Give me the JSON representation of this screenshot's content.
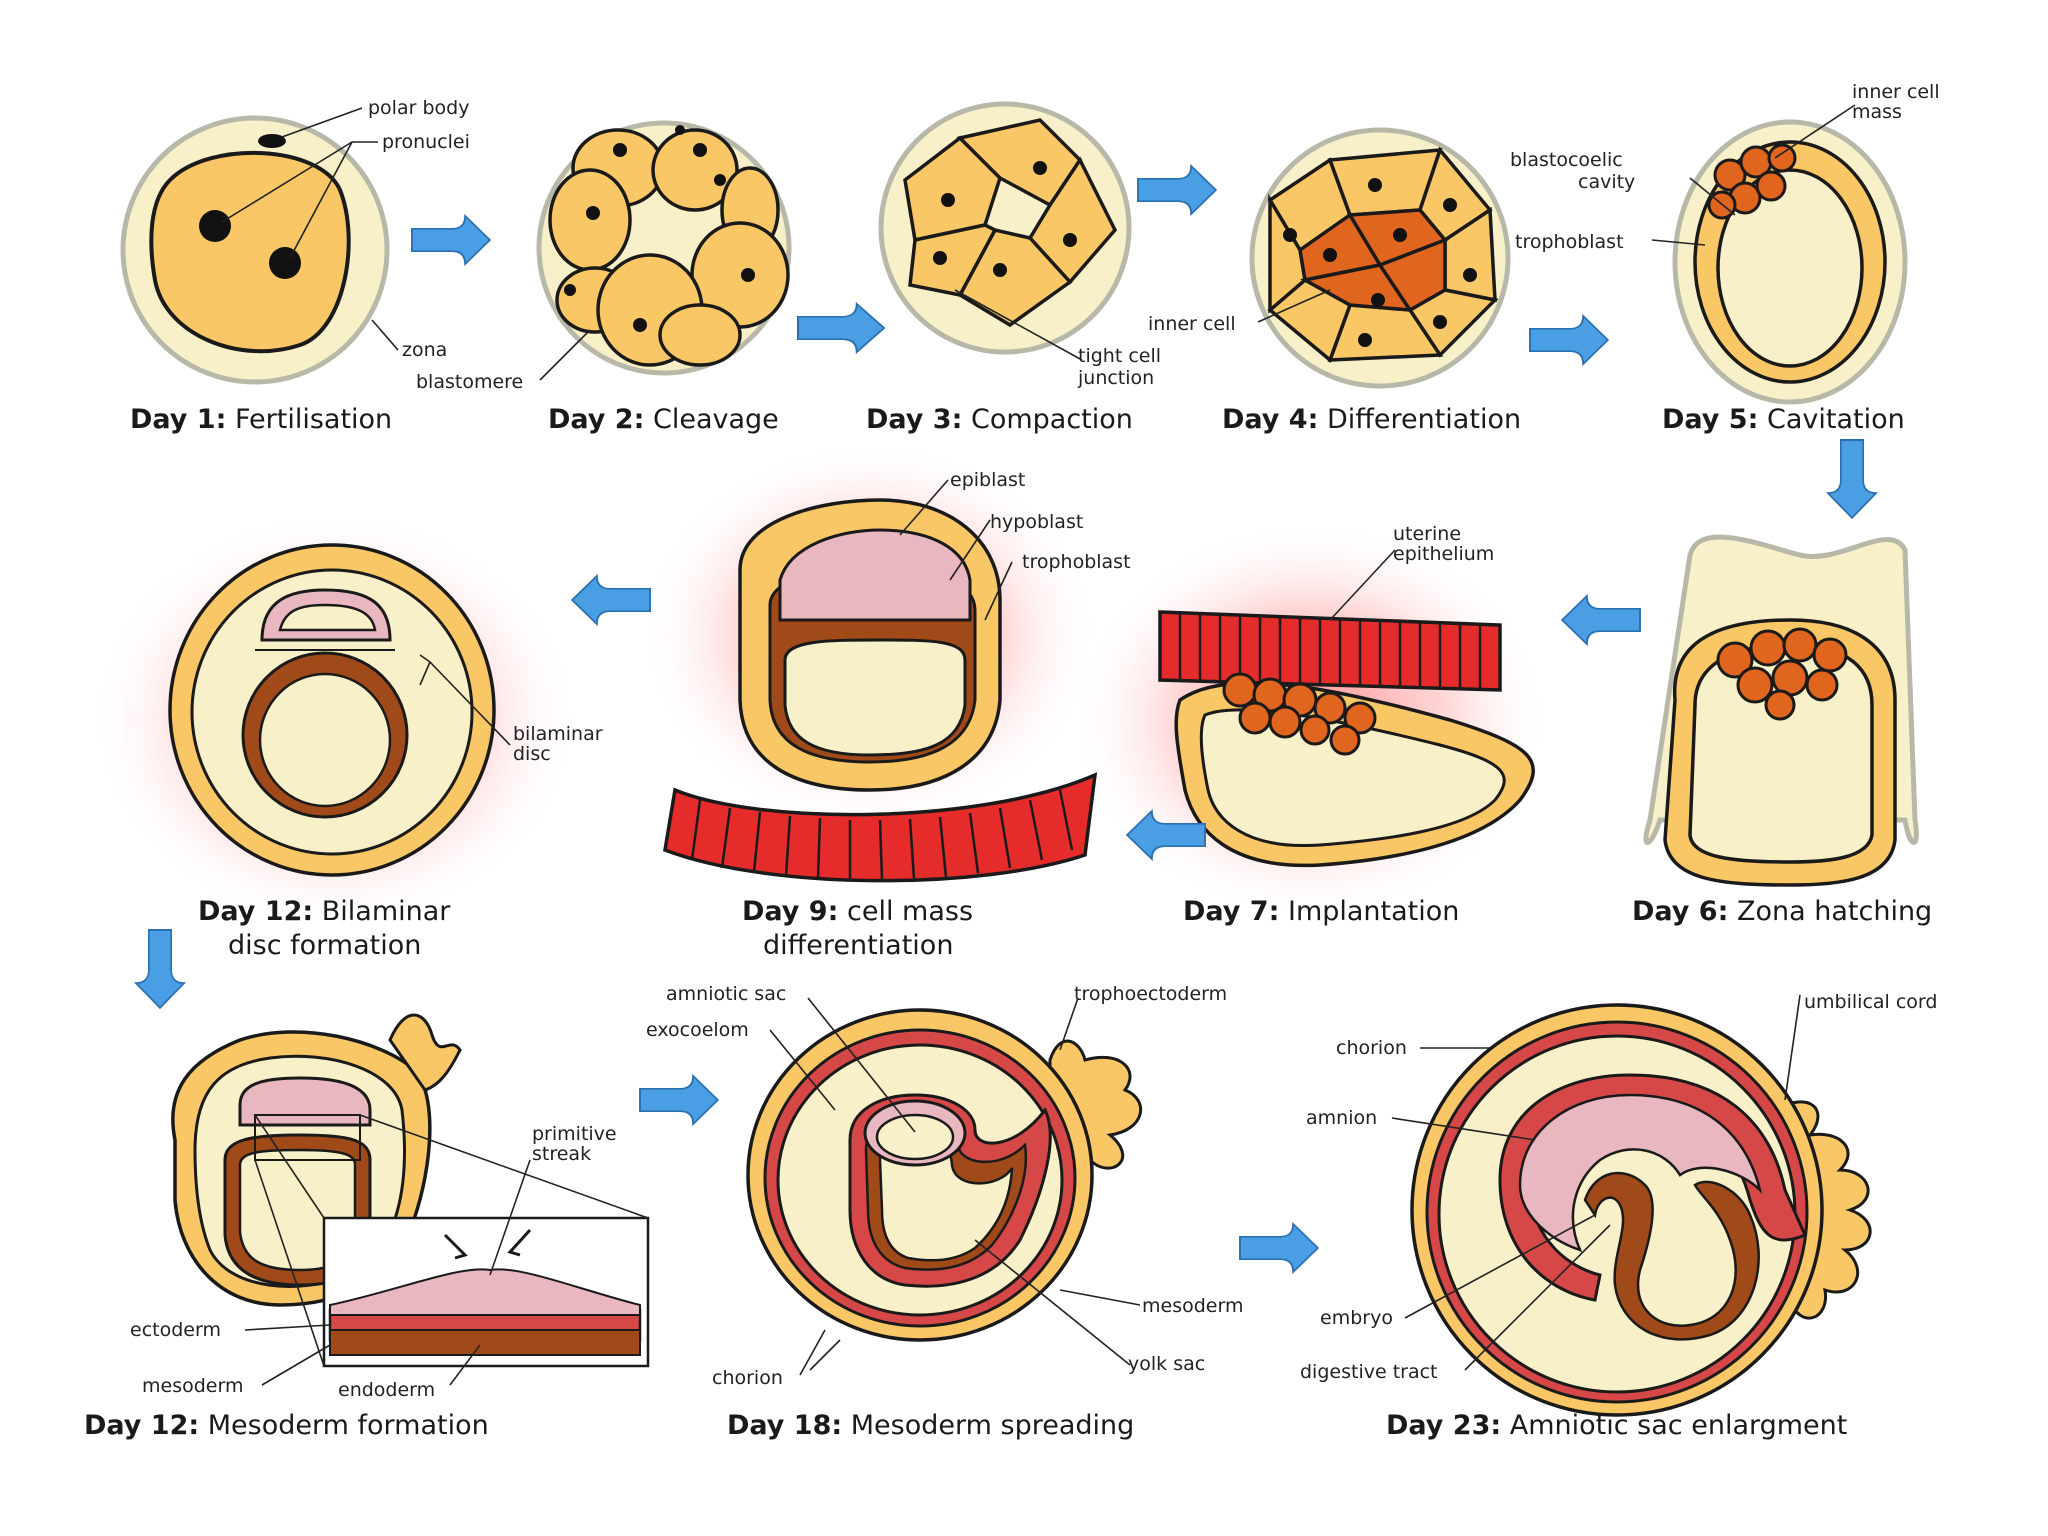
{
  "colors": {
    "zona": "#f8f0c8",
    "cell": "#f9c765",
    "cell_stroke": "#1a1a1a",
    "inner_cell": "#e0651e",
    "uterine": "#e62b2b",
    "hypoblast": "#e9b7c0",
    "endoderm": "#a04a1a",
    "mesoderm": "#d64848",
    "arrow": "#4a9fe4",
    "glow": "#ff9a9a"
  },
  "stages": [
    {
      "day": "Day 1:",
      "name": "Fertilisation"
    },
    {
      "day": "Day 2:",
      "name": "Cleavage"
    },
    {
      "day": "Day 3:",
      "name": "Compaction"
    },
    {
      "day": "Day 4:",
      "name": "Differentiation"
    },
    {
      "day": "Day 5:",
      "name": "Cavitation"
    },
    {
      "day": "Day 6:",
      "name": "Zona hatching"
    },
    {
      "day": "Day 7:",
      "name": "Implantation"
    },
    {
      "day": "Day 9:",
      "name": "cell mass",
      "name2": "differentiation"
    },
    {
      "day": "Day 12:",
      "name": "Bilaminar",
      "name2": "disc formation"
    },
    {
      "day": "Day 12:",
      "name": "Mesoderm formation"
    },
    {
      "day": "Day 18:",
      "name": "Mesoderm spreading"
    },
    {
      "day": "Day 23:",
      "name": "Amniotic sac enlargment"
    }
  ],
  "labels": {
    "polar_body": "polar body",
    "pronuclei": "pronuclei",
    "zona": "zona",
    "blastomere": "blastomere",
    "tight1": "tight cell",
    "tight2": "junction",
    "inner_cell": "inner cell",
    "blasto1": "blastocoelic",
    "blasto2": "cavity",
    "trophoblast5": "trophoblast",
    "icm1": "inner cell",
    "icm2": "mass",
    "uterine1": "uterine",
    "uterine2": "epithelium",
    "epiblast": "epiblast",
    "hypoblast": "hypoblast",
    "trophoblast9": "trophoblast",
    "bilaminar1": "bilaminar",
    "bilaminar2": "disc",
    "primitive1": "primitive",
    "primitive2": "streak",
    "ectoderm": "ectoderm",
    "mesoderm12": "mesoderm",
    "endoderm": "endoderm",
    "amniotic_sac": "amniotic sac",
    "exocoelom": "exocoelom",
    "trophoectoderm": "trophoectoderm",
    "mesoderm18": "mesoderm",
    "yolk_sac": "yolk sac",
    "chorion18": "chorion",
    "chorion23": "chorion",
    "amnion": "amnion",
    "umbilical": "umbilical cord",
    "embryo": "embryo",
    "digestive": "digestive tract"
  }
}
